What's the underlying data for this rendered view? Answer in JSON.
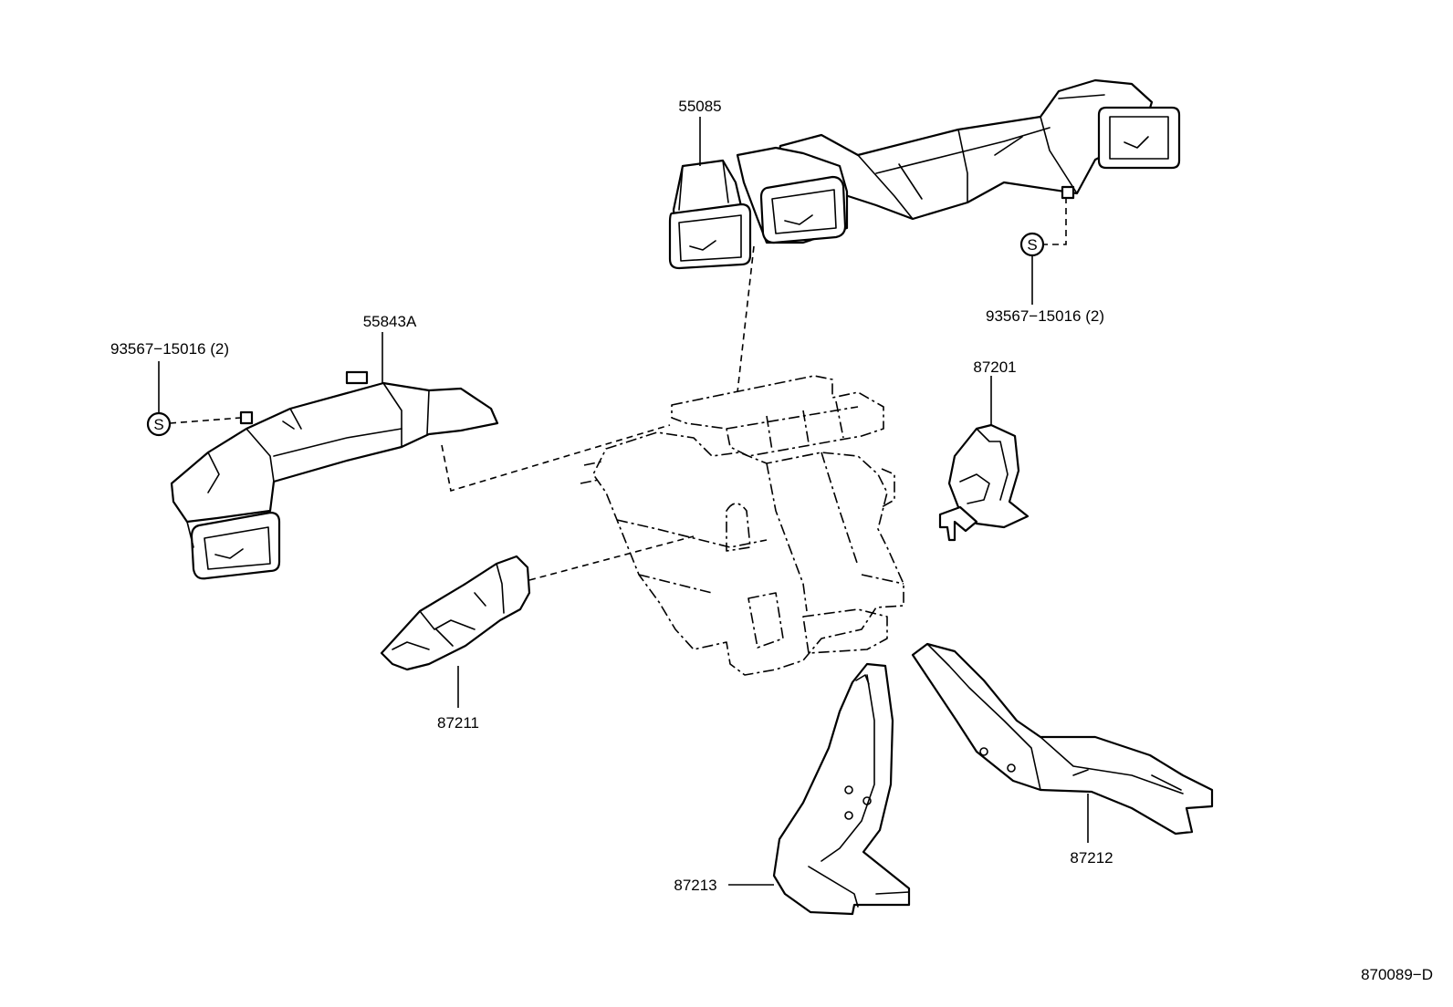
{
  "callouts": {
    "p55085": "55085",
    "p93567_right": "93567−15016 (2)",
    "p93567_left": "93567−15016 (2)",
    "p55843A": "55843A",
    "p87201": "87201",
    "p87211": "87211",
    "p87212": "87212",
    "p87213": "87213"
  },
  "screw_symbol": "S",
  "figure_code": "870089−D"
}
